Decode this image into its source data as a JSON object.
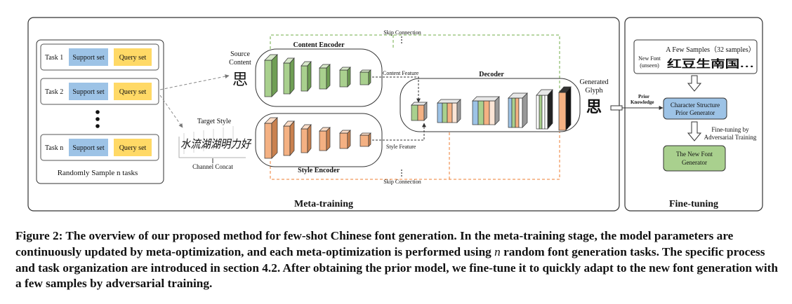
{
  "meta_training": {
    "section_title": "Meta-training",
    "tasks": [
      {
        "label": "Task 1",
        "support": "Support set",
        "query": "Query set"
      },
      {
        "label": "Task 2",
        "support": "Support set",
        "query": "Query set"
      },
      {
        "label": "Task n",
        "support": "Support set",
        "query": "Query set"
      }
    ],
    "tasks_caption": "Randomly Sample n tasks",
    "source_content_line1": "Source",
    "source_content_line2": "Content",
    "source_glyph": "思",
    "target_style": "Target Style",
    "style_glyphs": "水流湖湖明力好",
    "channel_concat": "Channel Concat",
    "content_encoder": "Content Encoder",
    "style_encoder": "Style Encoder",
    "decoder": "Decoder",
    "skip_connection_top": "Skip Connection",
    "skip_connection_bottom": "Skip Connection",
    "content_feature": "Content Feature",
    "style_feature": "Style Feature",
    "generated_line1": "Generated",
    "generated_line2": "Glyph",
    "generated_glyph": "思"
  },
  "fine_tuning": {
    "section_title": "Fine-tuning",
    "few_samples": "A Few Samples（32 samples）",
    "new_font_line1": "New Font",
    "new_font_line2": "(unseen)",
    "sample_chars": "红豆生南国…",
    "prior_line1": "Prior",
    "prior_line2": "Knowledge",
    "generator_line1": "Character Structure",
    "generator_line2": "Prior Generator",
    "finetune_line1": "Fine-tuning by",
    "finetune_line2": "Adversarial Training",
    "new_gen_line1": "The New Font",
    "new_gen_line2": "Generator"
  },
  "caption": {
    "part1": "Figure 2: The overview of our proposed method for few-shot Chinese font generation. In the meta-training stage, the model parameters are continuously updated by meta-optimization, and each meta-optimization is performed using ",
    "variable": "n",
    "part2": " random font generation tasks. The specific process and task organization are introduced in section 4.2. After obtaining the prior model, we fine-tune it to quickly adapt to the new font generation with a few samples by adversarial training."
  },
  "colors": {
    "support": "#9dc3e6",
    "query": "#ffd966",
    "content_block": "#a9d08e",
    "style_block": "#f4b183",
    "generator_box": "#a9d08e",
    "skip_top": "#70ad47",
    "skip_bottom": "#ed7d31"
  }
}
